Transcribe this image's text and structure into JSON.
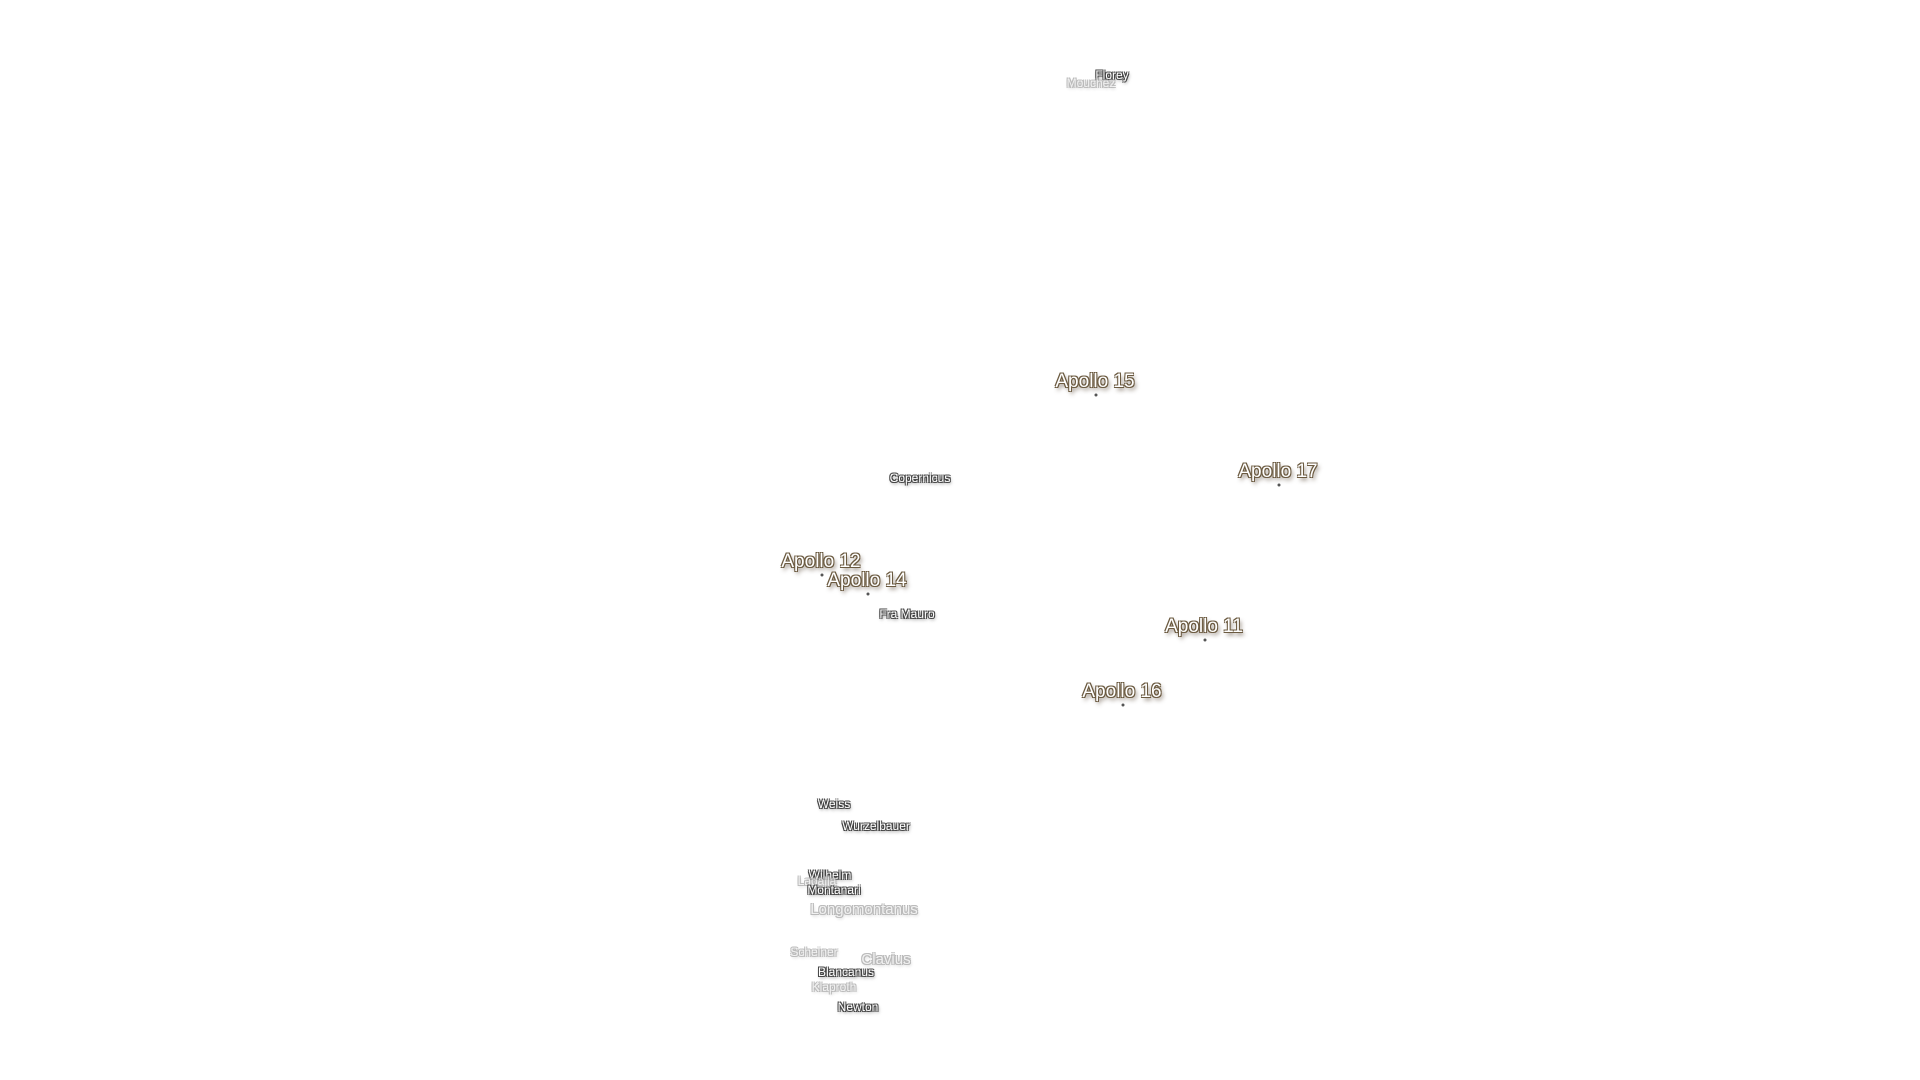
{
  "map": {
    "apollo_sites": [
      {
        "id": "apollo-15",
        "label": "Apollo 15"
      },
      {
        "id": "apollo-17",
        "label": "Apollo 17"
      },
      {
        "id": "apollo-12",
        "label": "Apollo 12"
      },
      {
        "id": "apollo-14",
        "label": "Apollo 14"
      },
      {
        "id": "apollo-11",
        "label": "Apollo 11"
      },
      {
        "id": "apollo-16",
        "label": "Apollo 16"
      }
    ],
    "craters": [
      {
        "id": "florey",
        "label": "Florey"
      },
      {
        "id": "mouchez",
        "label": "Mouchez"
      },
      {
        "id": "copernicus",
        "label": "Copernicus"
      },
      {
        "id": "fra-mauro",
        "label": "Fra Mauro"
      },
      {
        "id": "weiss",
        "label": "Weiss"
      },
      {
        "id": "wurzelbauer",
        "label": "Wurzelbauer"
      },
      {
        "id": "wilhelm",
        "label": "Wilhelm"
      },
      {
        "id": "lagalla",
        "label": "Lagalla"
      },
      {
        "id": "montanari",
        "label": "Montanari"
      },
      {
        "id": "longomontanus",
        "label": "Longomontanus"
      },
      {
        "id": "scheiner",
        "label": "Scheiner"
      },
      {
        "id": "clavius",
        "label": "Clavius"
      },
      {
        "id": "blancanus",
        "label": "Blancanus"
      },
      {
        "id": "klaproth",
        "label": "Klaproth"
      },
      {
        "id": "newton",
        "label": "Newton"
      }
    ]
  }
}
